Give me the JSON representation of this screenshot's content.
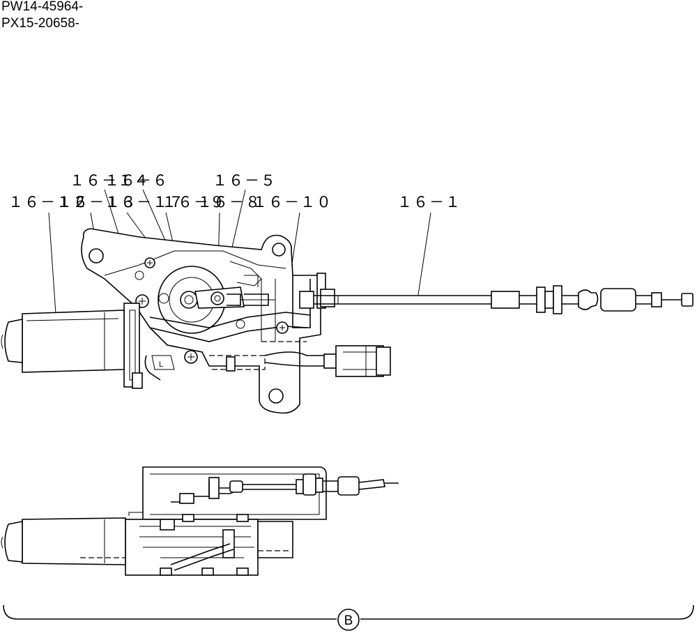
{
  "serials": [
    "PW14-45964-",
    "PX15-20658-"
  ],
  "callouts": [
    {
      "id": "c1",
      "text": "１６－１４"
    },
    {
      "id": "c2",
      "text": "１６－６"
    },
    {
      "id": "c3",
      "text": "１６－５"
    },
    {
      "id": "c4",
      "text": "１６－１２"
    },
    {
      "id": "c5",
      "text": "１６－１３"
    },
    {
      "id": "c6",
      "text": "１６－１７"
    },
    {
      "id": "c7",
      "text": "１６－９"
    },
    {
      "id": "c8",
      "text": "１６－８"
    },
    {
      "id": "c9",
      "text": "１６－１０"
    },
    {
      "id": "c10",
      "text": "１６－１"
    }
  ],
  "section_marker": "B",
  "small_marks": [
    "L"
  ]
}
